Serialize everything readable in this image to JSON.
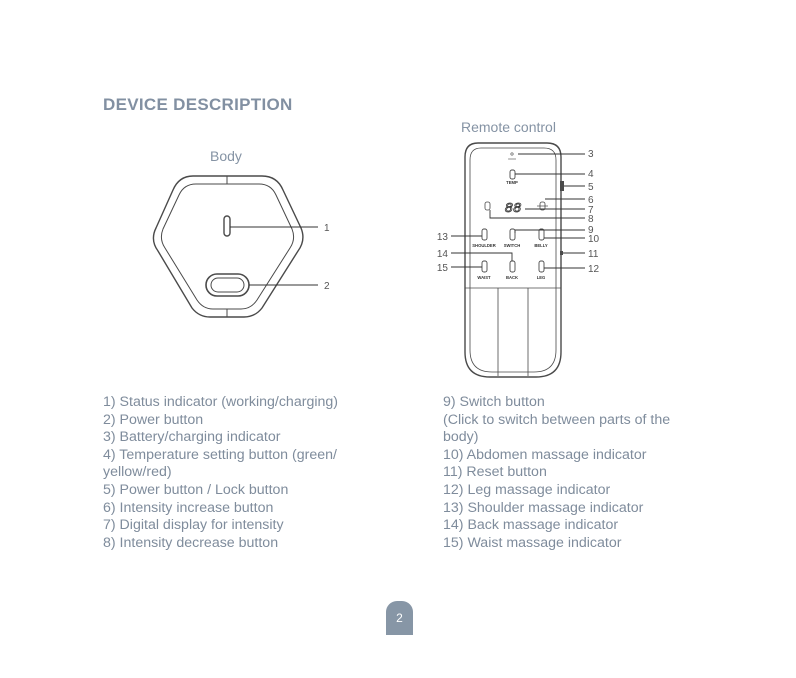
{
  "title": "DEVICE DESCRIPTION",
  "labels": {
    "remote": "Remote control",
    "body": "Body"
  },
  "remote_buttons": {
    "temp": "TEMP",
    "shoulder": "SHOULDER",
    "switch": "SWITCH",
    "belly": "BELLY",
    "waist": "WAIST",
    "back": "BACK",
    "leg": "LEG",
    "display": "88"
  },
  "callouts": {
    "body": [
      "1",
      "2"
    ],
    "remote": [
      "3",
      "4",
      "5",
      "6",
      "7",
      "8",
      "9",
      "10",
      "11",
      "12",
      "13",
      "14",
      "15"
    ]
  },
  "descriptions_left": [
    "1) Status indicator (working/charging)",
    "2) Power button",
    "3) Battery/charging indicator",
    "4) Temperature setting button (green/ yellow/red)",
    "5) Power button / Lock button",
    "6) Intensity increase button",
    "7) Digital display for intensity",
    "8) Intensity decrease button"
  ],
  "descriptions_right": [
    "9) Switch button",
    "(Click to switch between parts of the body)",
    "10) Abdomen massage indicator",
    "11) Reset button",
    "12) Leg massage indicator",
    "13) Shoulder massage indicator",
    "14) Back massage indicator",
    "15) Waist massage indicator"
  ],
  "page_number": "2",
  "colors": {
    "heading": "#8290a2",
    "text": "#7f8c9c",
    "badge": "#8796a6"
  }
}
